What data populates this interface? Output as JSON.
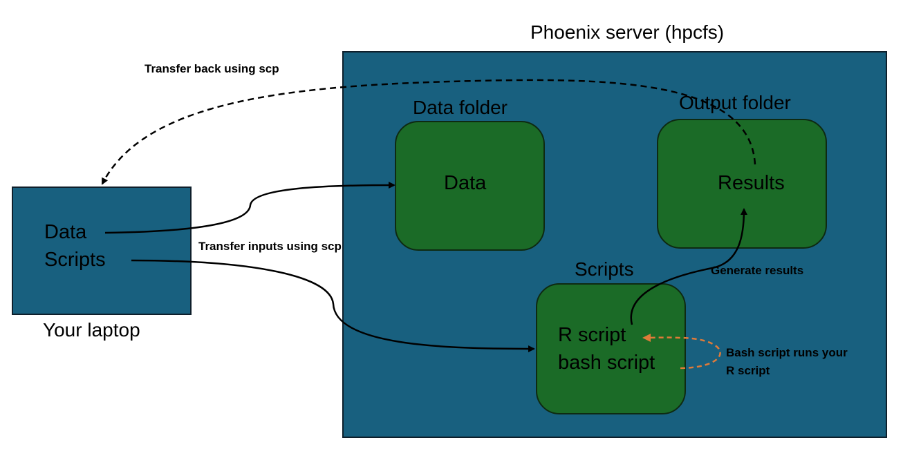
{
  "server": {
    "title": "Phoenix server (hpcfs)"
  },
  "laptop": {
    "caption": "Your laptop",
    "lines": [
      "Data",
      "Scripts"
    ]
  },
  "data_folder": {
    "title": "Data folder",
    "content": "Data"
  },
  "output_folder": {
    "title": "Output folder",
    "content": "Results"
  },
  "scripts_folder": {
    "title": "Scripts",
    "lines": [
      "R script",
      "bash script"
    ]
  },
  "edges": {
    "transfer_back": "Transfer back using scp",
    "transfer_inputs": "Transfer inputs  using scp",
    "generate_results": "Generate results",
    "bash_runs": [
      "Bash script runs your",
      "R script"
    ]
  },
  "colors": {
    "server_fill": "#18607f",
    "folder_fill": "#1b6b27",
    "loop_arrow": "#e07b39"
  }
}
